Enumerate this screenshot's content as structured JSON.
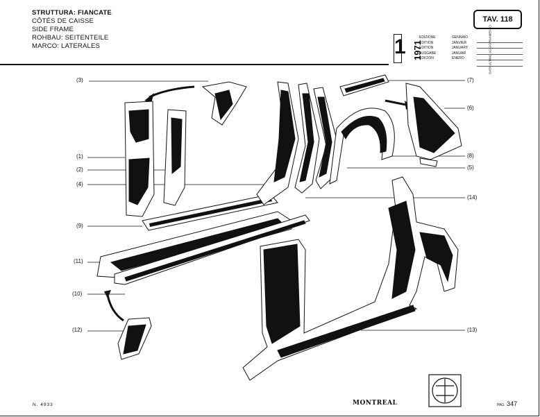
{
  "header": {
    "titles": [
      "STRUTTURA: FIANCATE",
      "CÔTÉS DE CAISSE",
      "SIDE FRAME",
      "ROHBAU: SEITENTEILE",
      "MARCO: LATERALES"
    ],
    "tav": "TAV. 118"
  },
  "edition": {
    "number": "1",
    "year": "1971",
    "langs": [
      "EDIZIONE",
      "EDITION",
      "EDITION",
      "AUSGABE",
      "EDICION"
    ],
    "months": [
      "GENNAIO",
      "JANVIER",
      "JANUARY",
      "JANUAR",
      "ENERO"
    ],
    "update_label": "DATA ULTIMO AGGIORNAMENTO"
  },
  "labels": {
    "p1": "(1)",
    "p2": "(2)",
    "p3": "(3)",
    "p4": "(4)",
    "p5": "(5)",
    "p6": "(6)",
    "p7": "(7)",
    "p8": "(8)",
    "p9": "(9)",
    "p10": "(10)",
    "p11": "(11)",
    "p12": "(12)",
    "p13": "(13)",
    "p14": "(14)"
  },
  "footer": {
    "doc_number": "N. 4933",
    "brand": "MONTREAL",
    "page_prefix": "PAG.",
    "page": "347"
  }
}
